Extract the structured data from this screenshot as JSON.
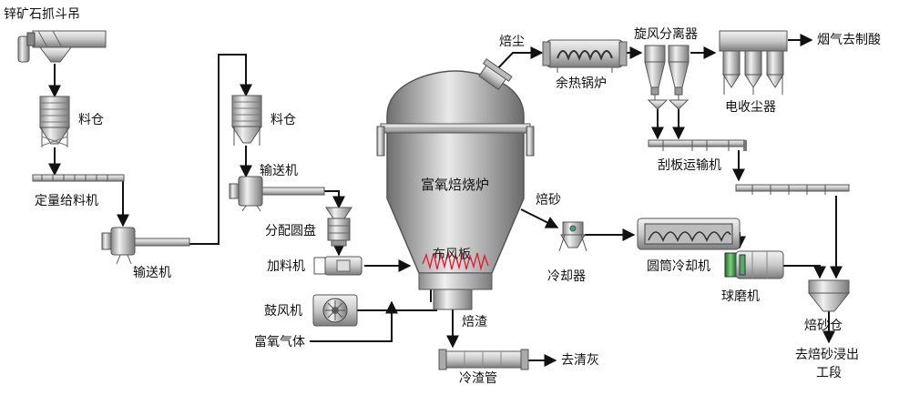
{
  "labels": {
    "ore_grab": "锌矿石抓斗吊",
    "bin1": "料仓",
    "feeder": "定量给料机",
    "conveyor1": "输送机",
    "bin2": "料仓",
    "conveyor2": "输送机",
    "distributor": "分配圆盘",
    "loader": "加料机",
    "blower": "鼓风机",
    "oxygen_gas": "富氧气体",
    "furnace": "富氧焙烧炉",
    "air_plate": "布风板",
    "slag": "焙渣",
    "slag_pipe": "冷渣管",
    "to_ash": "去清灰",
    "dust": "焙尘",
    "boiler": "余热锅炉",
    "cyclone": "旋风分离器",
    "esp": "电收尘器",
    "to_acid": "烟气去制酸",
    "scraper": "刮板运输机",
    "calcine": "焙砂",
    "cooler": "冷却器",
    "drum_cooler": "圆筒冷却机",
    "ball_mill": "球磨机",
    "calcine_bin": "焙砂仓",
    "to_leach_1": "去焙砂浸出",
    "to_leach_2": "工段"
  }
}
